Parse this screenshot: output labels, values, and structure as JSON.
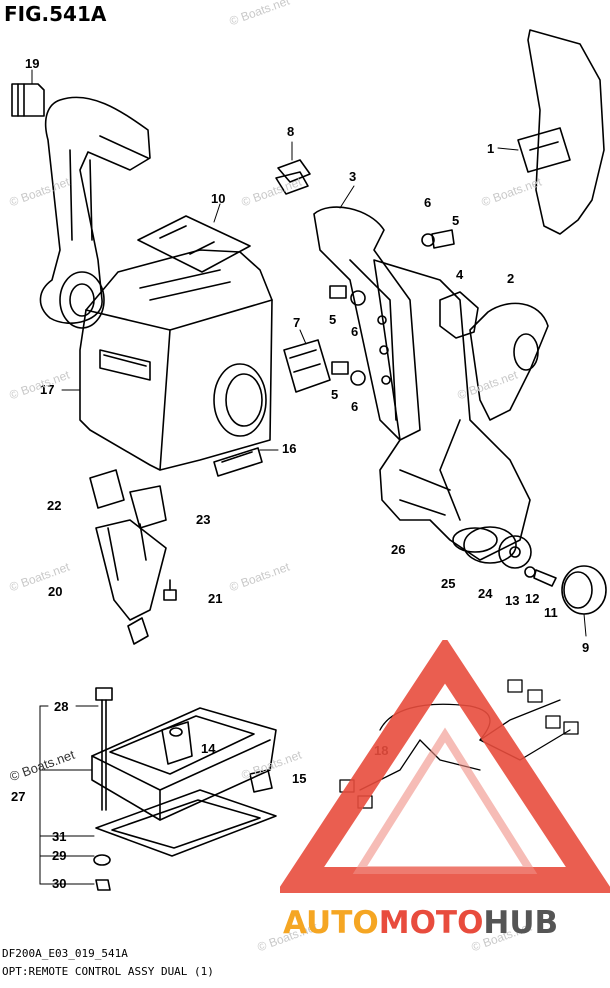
{
  "figure": {
    "title": "FIG.541A",
    "footer_code": "DF200A_E03_019_541A",
    "footer_desc": "OPT:REMOTE CONTROL ASSY DUAL (1)"
  },
  "callouts": [
    "19",
    "8",
    "10",
    "3",
    "6",
    "5",
    "1",
    "2",
    "4",
    "5",
    "6",
    "7",
    "5",
    "6",
    "17",
    "16",
    "22",
    "23",
    "26",
    "25",
    "24",
    "13",
    "12",
    "11",
    "9",
    "20",
    "21",
    "28",
    "14",
    "15",
    "27",
    "31",
    "29",
    "30",
    "18"
  ],
  "watermark": {
    "faint": "© Boats.net",
    "strong": "© Boats.net"
  },
  "logo": {
    "part1": "AUTO",
    "part2": "MOTO",
    "part3": "HUB",
    "color1": "#f5a623",
    "color2": "#e84c3d",
    "color3": "#555555"
  }
}
